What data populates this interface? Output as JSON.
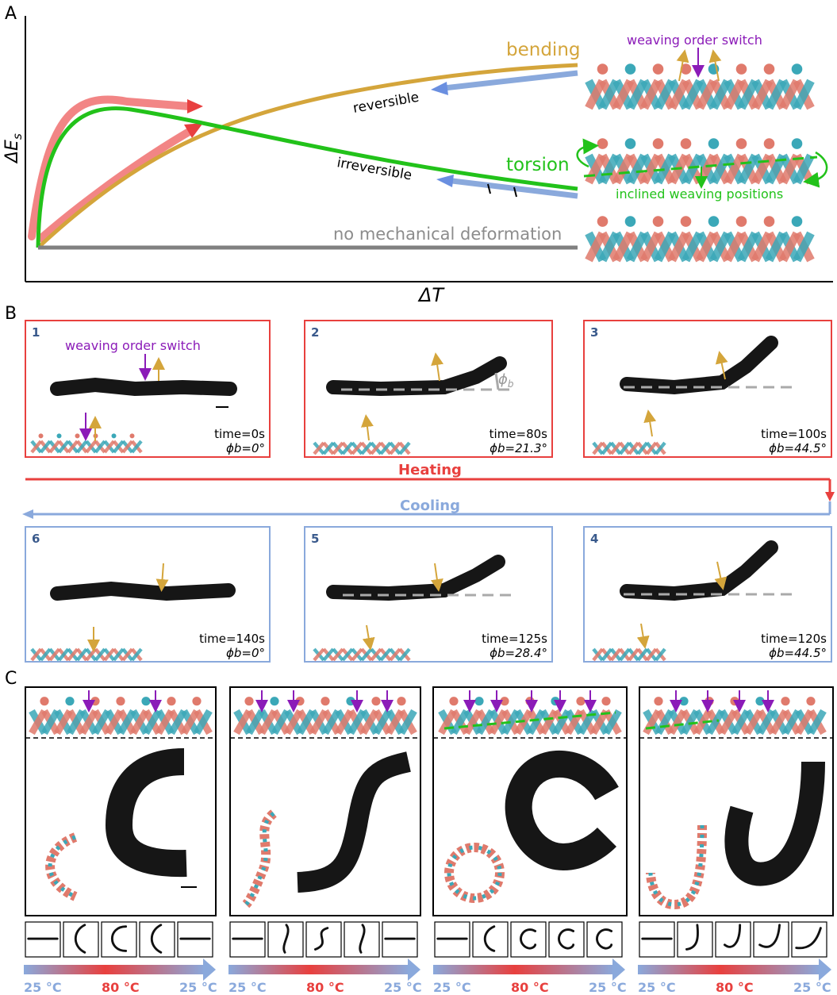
{
  "panelA": {
    "letter": "A",
    "ylabel": "ΔE",
    "ylabel_sub": "s",
    "xlabel": "ΔT",
    "bending": "bending",
    "torsion": "torsion",
    "reversible": "reversible",
    "irreversible": "irreversible",
    "none": "no mechanical deformation",
    "switch": "weaving order switch",
    "inclined": "inclined weaving positions"
  },
  "panelB": {
    "letter": "B",
    "switch": "weaving order switch",
    "phi": "ϕ",
    "phi_sub": "b",
    "heating": "Heating",
    "cooling": "Cooling",
    "frames": [
      {
        "num": "1",
        "time": "time=0s",
        "phi": "ϕb=0°"
      },
      {
        "num": "2",
        "time": "time=80s",
        "phi": "ϕb=21.3°"
      },
      {
        "num": "3",
        "time": "time=100s",
        "phi": "ϕb=44.5°"
      },
      {
        "num": "6",
        "time": "time=140s",
        "phi": "ϕb=0°"
      },
      {
        "num": "5",
        "time": "time=125s",
        "phi": "ϕb=28.4°"
      },
      {
        "num": "4",
        "time": "time=120s",
        "phi": "ϕb=44.5°"
      }
    ]
  },
  "panelC": {
    "letter": "C",
    "t_low": "25 °C",
    "t_high": "80 °C"
  },
  "colors": {
    "bending": "#d4a53b",
    "torsion": "#22c21a",
    "none": "#808080",
    "heating": "#e8403e",
    "cooling": "#8aa9dc",
    "switch": "#8b1bb8",
    "strand_red": "#e07a6c",
    "strand_teal": "#3ba8b8"
  }
}
